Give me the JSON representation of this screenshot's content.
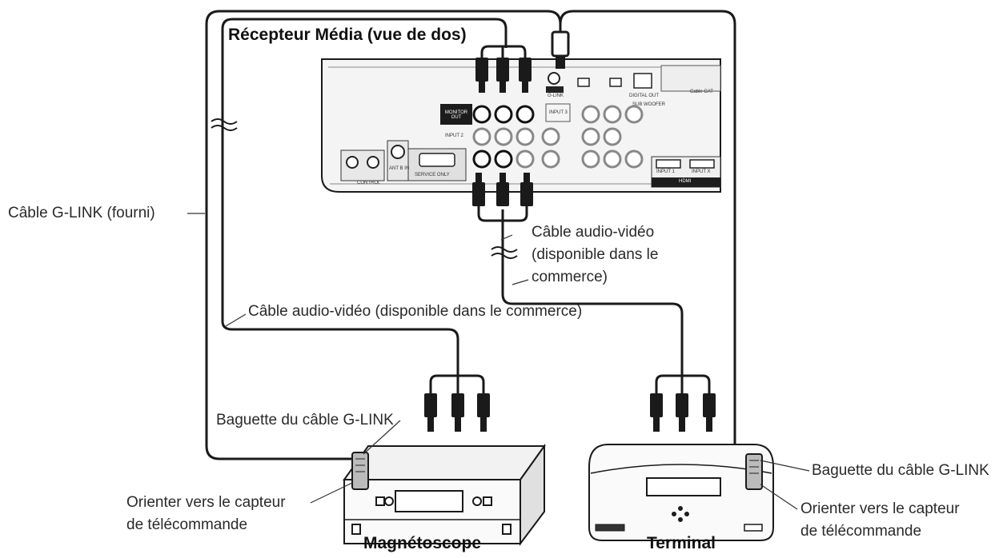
{
  "receiver": {
    "title": "Récepteur Média (vue de dos)",
    "panel": {
      "monitor_out": "MONITOR OUT",
      "input2": "INPUT 2",
      "input3": "INPUT 3",
      "glink": "G-LINK",
      "service": "SERVICE ONLY",
      "control": "CONTROL",
      "ant": "ANT B IN",
      "optical": "DIGITAL OUT",
      "subwoofer": "SUB WOOFER",
      "hdmi": "HDMI",
      "cable_cat": "Cable CAT",
      "input1": "INPUT 1",
      "input_x": "INPUT X"
    }
  },
  "labels": {
    "glink_cable": "Câble G-LINK (fourni)",
    "av_cable_right_1": "Câble audio-vidéo",
    "av_cable_right_2": "(disponible dans le",
    "av_cable_right_3": "commerce)",
    "av_cable_left": "Câble audio-vidéo (disponible dans le commerce)",
    "wand_left": "Baguette du câble G-LINK",
    "wand_right": "Baguette du câble G-LINK",
    "orient_left_1": "Orienter vers le capteur",
    "orient_left_2": "de télécommande",
    "orient_right_1": "Orienter vers le capteur",
    "orient_right_2": "de télécommande"
  },
  "devices": {
    "vcr": "Magnétoscope",
    "terminal": "Terminal"
  },
  "colors": {
    "line": "#1a1a1a",
    "panel": "#f4f4f4",
    "dark": "#1c1c1c"
  }
}
